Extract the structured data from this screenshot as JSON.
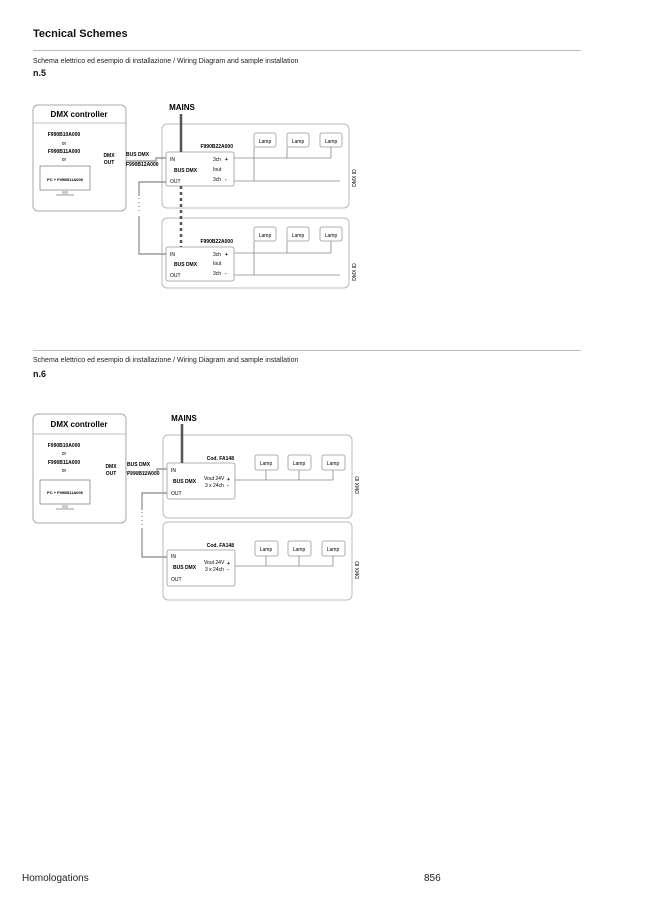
{
  "header": {
    "title": "Tecnical Schemes"
  },
  "sections": [
    {
      "subtitle": "Schema elettrico ed esempio di installazione  / Wiring Diagram and sample installation",
      "number": "n.5",
      "diagram": {
        "controller_title": "DMX controller",
        "codes": [
          "F990B10A000",
          "or",
          "F990B11A000",
          "or"
        ],
        "pc_label": "PC + F990B11A000",
        "dmx_out": [
          "DMX",
          "OUT"
        ],
        "mains": "MAINS",
        "bus_dmx": "BUS DMX",
        "cable_code": "F990B12A000",
        "units": [
          {
            "code": "F990B22A000",
            "in": "IN",
            "out": "OUT",
            "bus": "BUS DMX",
            "r1": "3ch",
            "s1": "+",
            "r2": "Iout",
            "r3": "3ch",
            "s3": "-",
            "side": "DMX ID",
            "lamps": [
              "Lamp",
              "Lamp",
              "Lamp"
            ]
          },
          {
            "code": "F990B22A000",
            "in": "IN",
            "out": "OUT",
            "bus": "BUS DMX",
            "r1": "3ch",
            "s1": "+",
            "r2": "Iout",
            "r3": "3ch",
            "s3": "-",
            "side": "DMX ID",
            "lamps": [
              "Lamp",
              "Lamp",
              "Lamp"
            ]
          }
        ]
      }
    },
    {
      "subtitle": "Schema elettrico ed esempio di installazione  / Wiring Diagram and sample installation",
      "number": "n.6",
      "diagram": {
        "controller_title": "DMX controller",
        "codes": [
          "F990B10A000",
          "or",
          "F990B11A000",
          "or"
        ],
        "pc_label": "PC + F990B11A000",
        "dmx_out": [
          "DMX",
          "OUT"
        ],
        "mains": "MAINS",
        "bus_dmx": "BUS DMX",
        "cable_code": "F990B12A000",
        "units": [
          {
            "code": "Cod. FA148",
            "in": "IN",
            "out": "OUT",
            "bus": "BUS DMX",
            "r1": "Vout 24V",
            "s1": "+",
            "r2": "3 x 24ch",
            "s2": "-",
            "side": "DMX ID",
            "lamps": [
              "Lamp",
              "Lamp",
              "Lamp"
            ]
          },
          {
            "code": "Cod. FA148",
            "in": "IN",
            "out": "OUT",
            "bus": "BUS DMX",
            "r1": "Vout 24V",
            "s1": "+",
            "r2": "3 x 24ch",
            "s2": "-",
            "side": "DMX ID",
            "lamps": [
              "Lamp",
              "Lamp",
              "Lamp"
            ]
          }
        ]
      }
    }
  ],
  "footer": {
    "left": "Homologations",
    "page": "856"
  }
}
